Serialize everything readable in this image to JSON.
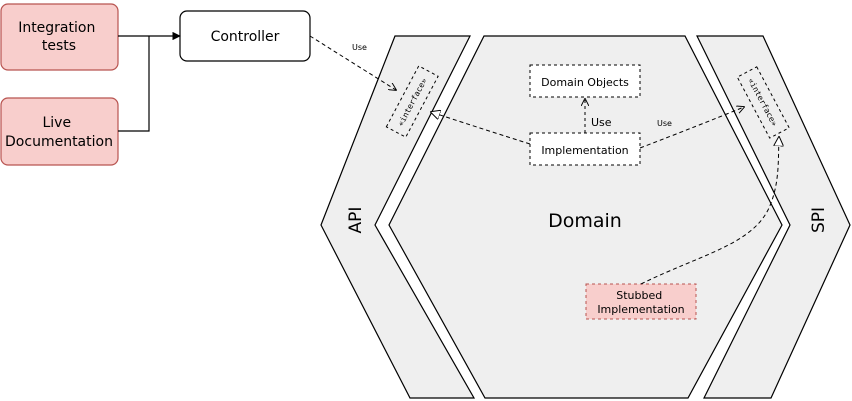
{
  "colors": {
    "stroke": "#000000",
    "hexagon_fill": "#efefef",
    "pink_fill": "#f8cecc",
    "pink_stroke": "#b85450",
    "white": "#ffffff"
  },
  "nodes": {
    "integration_tests": [
      "Integration",
      "tests"
    ],
    "live_documentation": [
      "Live",
      "Documentation"
    ],
    "controller": "Controller",
    "domain_objects": "Domain Objects",
    "implementation": "Implementation",
    "stubbed_implementation": [
      "Stubbed",
      "Implementation"
    ],
    "api_interface": "«interface»",
    "spi_interface": "«interface»"
  },
  "regions": {
    "api": "API",
    "domain": "Domain",
    "spi": "SPI"
  },
  "edges": {
    "controller_to_api": "Use",
    "implementation_to_domain_objects": "Use",
    "implementation_to_spi": "Use"
  }
}
